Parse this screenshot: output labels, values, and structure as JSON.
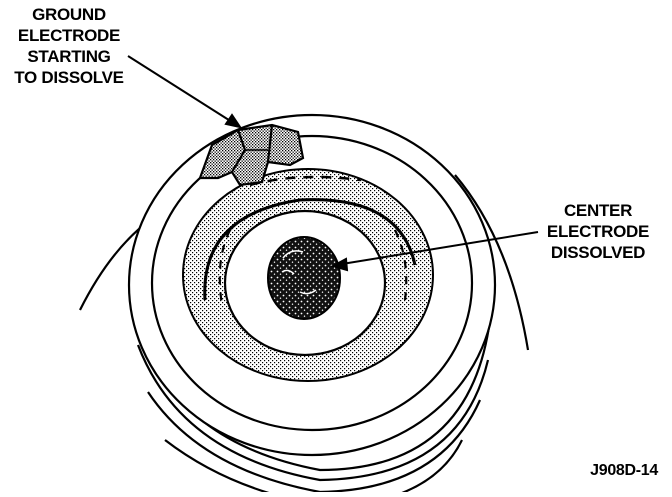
{
  "labels": {
    "ground_electrode": [
      "GROUND",
      "ELECTRODE",
      "STARTING",
      "TO DISSOLVE"
    ],
    "center_electrode": [
      "CENTER",
      "ELECTRODE",
      "DISSOLVED"
    ]
  },
  "figure_id": "J908D-14",
  "colors": {
    "ink": "#000000",
    "paper": "#ffffff",
    "shade": "#b8b8b8"
  }
}
